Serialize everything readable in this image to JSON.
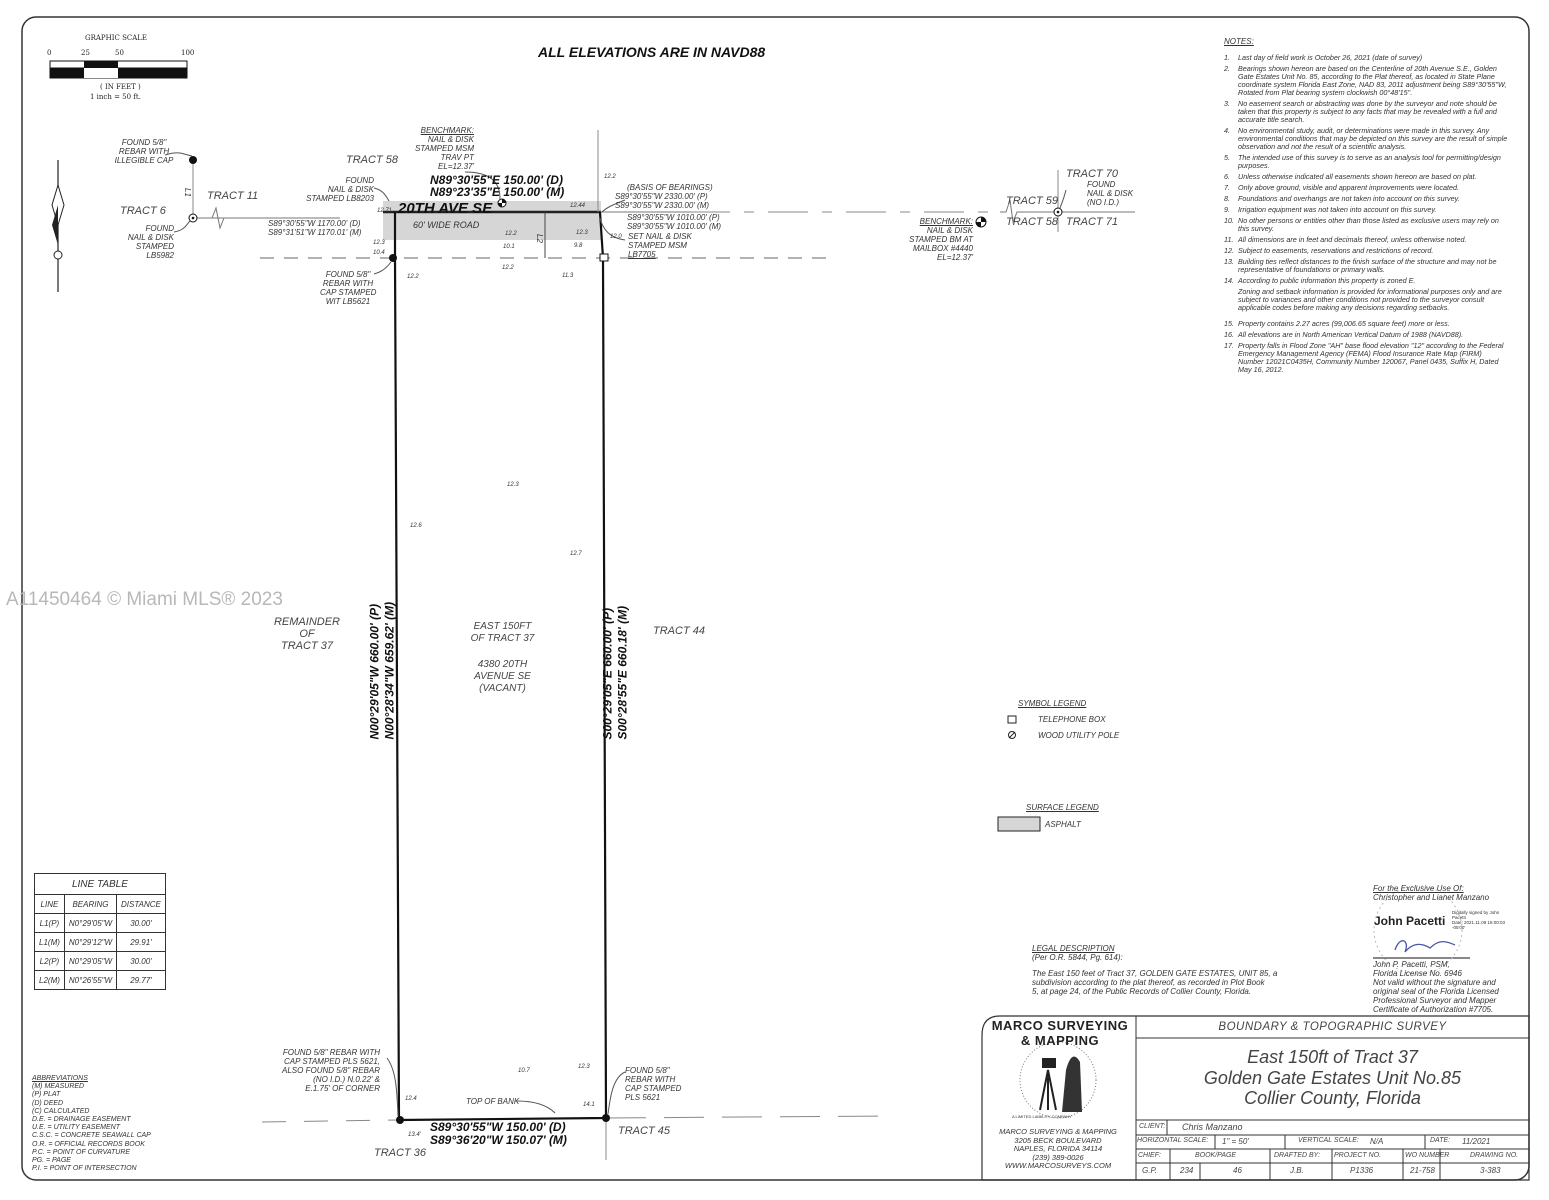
{
  "header": {
    "elevation_note": "ALL ELEVATIONS ARE IN NAVD88"
  },
  "graphic_scale": {
    "title": "GRAPHIC SCALE",
    "ticks": [
      "0",
      "25",
      "50",
      "100"
    ],
    "units": "( IN FEET )",
    "ratio": "1 inch = 50 ft."
  },
  "watermark": "A11450464 © Miami MLS® 2023",
  "tracts": {
    "t58_top": "TRACT 58",
    "t11": "TRACT 11",
    "t6": "TRACT 6",
    "t70": "TRACT 70",
    "t59": "TRACT 59",
    "t58_right": "TRACT 58",
    "t71": "TRACT 71",
    "t44": "TRACT 44",
    "t45": "TRACT 45",
    "t36": "TRACT 36",
    "remainder": [
      "REMAINDER",
      "OF",
      "TRACT 37"
    ]
  },
  "parcel": {
    "line1": "EAST 150FT",
    "line2": "OF TRACT 37",
    "address1": "4380 20TH",
    "address2": "AVENUE SE",
    "status": "(VACANT)"
  },
  "road": {
    "name": "20TH AVE SE",
    "width": "60' WIDE ROAD"
  },
  "bearings": {
    "north_d": "N89°30'55\"E  150.00'  (D)",
    "north_m": "N89°23'35\"E  150.00'  (M)",
    "south_d": "S89°30'55\"W  150.00'  (D)",
    "south_m": "S89°36'20\"W  150.07'  (M)",
    "west_p": "N00°29'05\"W  660.00' (P)",
    "west_m": "N00°28'34\"W  659.62' (M)",
    "east_p": "S00°29'05\"E  660.00' (P)",
    "east_m": "S00°28'55\"E  660.18' (M)",
    "left_road_d": "S89°30'55\"W 1170.00' (D)",
    "left_road_m": "S89°31'51\"W 1170.01' (M)",
    "basis_title": "(BASIS OF BEARINGS)",
    "basis_p": "S89°30'55\"W 2330.00' (P)",
    "basis_m": "S89°30'55\"W 2330.00' (M)",
    "right_p": "S89°30'55\"W 1010.00' (P)",
    "right_m": "S89°30'55\"W 1010.00' (M)"
  },
  "callouts": {
    "rebar_illegible": [
      "FOUND 5/8\"",
      "REBAR WITH",
      "ILLEGIBLE CAP"
    ],
    "nail_lb5982": [
      "FOUND",
      "NAIL & DISK",
      "STAMPED",
      "LB5982"
    ],
    "nail_lb8203": [
      "FOUND",
      "NAIL & DISK",
      "STAMPED LB8203"
    ],
    "rebar_lb5621": [
      "FOUND 5/8\"",
      "REBAR WITH",
      "CAP STAMPED",
      "WIT LB5621"
    ],
    "benchmark1": [
      "BENCHMARK:",
      "NAIL & DISK",
      "STAMPED MSM",
      "TRAV PT",
      "EL=12.37'"
    ],
    "set_nail": [
      "SET NAIL & DISK",
      "STAMPED MSM",
      "LB7705"
    ],
    "benchmark2": [
      "BENCHMARK:",
      "NAIL & DISK",
      "STAMPED BM AT",
      "MAILBOX #4440",
      "EL=12.37'"
    ],
    "nail_noid": [
      "FOUND",
      "NAIL & DISK",
      "(NO I.D.)"
    ],
    "sw_corner": [
      "FOUND 5/8\" REBAR WITH",
      "CAP STAMPED PLS 5621,",
      "ALSO FOUND 5/8\" REBAR",
      "(NO I.D.) N.0.22' &",
      "E.1.75' OF CORNER"
    ],
    "se_corner": [
      "FOUND 5/8\"",
      "REBAR WITH",
      "CAP STAMPED",
      "PLS 5621"
    ],
    "top_of_bank": "TOP OF BANK",
    "l1": "L1",
    "l2": "L2"
  },
  "elevations": [
    "12.71",
    "12.3",
    "10.4",
    "12.2",
    "12.44",
    "12.3",
    "12.0",
    "9.8",
    "11.3",
    "12.2",
    "10.1",
    "12.2",
    "12.6",
    "12.7",
    "12.3",
    "14.1",
    "10.7",
    "12.4",
    "13.4'",
    "12.3",
    "12.2"
  ],
  "notes": {
    "title": "NOTES:",
    "items": [
      {
        "num": "1.",
        "text": "Last day of field work is October 26, 2021 (date of survey)"
      },
      {
        "num": "2.",
        "text": "Bearings shown hereon are based on the Centerline of 20th Avenue S.E., Golden Gate Estates Unit No. 85, according to the Plat thereof, as located in State Plane coordinate system Florida East Zone, NAD 83, 2011 adjustment being S89°30'55\"W, Rotated from Plat bearing system clockwish 00°48'15\"."
      },
      {
        "num": "3.",
        "text": "No easement search or abstracting was done by the surveyor and note should be taken that this property is subject to any facts that may be revealed with a full and accurate title search."
      },
      {
        "num": "4.",
        "text": "No environmental study, audit, or determinations were made in this survey.  Any environmental conditions that may be depicted on this survey are the result of simple observation and not the result of a scientific analysis."
      },
      {
        "num": "5.",
        "text": "The intended use of this survey is to serve as an analysis tool for permitting/design purposes."
      },
      {
        "num": "6.",
        "text": "Unless otherwise indicated all easements shown hereon are based on plat."
      },
      {
        "num": "7.",
        "text": "Only above ground, visible and apparent improvements were located."
      },
      {
        "num": "8.",
        "text": "Foundations and overhangs are not taken into account on this survey."
      },
      {
        "num": "9.",
        "text": "Irrigation equipment was not taken into account on this survey."
      },
      {
        "num": "10.",
        "text": "No other persons or entities other than those listed as exclusive users may rely on this survey."
      },
      {
        "num": "11.",
        "text": "All dimensions are in feet and decimals thereof, unless otherwise noted."
      },
      {
        "num": "12.",
        "text": "Subject to easements, reservations and restrictions of record."
      },
      {
        "num": "13.",
        "text": "Building ties reflect distances to the finish surface of the structure and may not be representative of foundations or primary walls."
      },
      {
        "num": "14.",
        "text": "According to public information this property is zoned E."
      },
      {
        "num": "",
        "text": "Zoning and setback information is provided for informational purposes only and are subject to variances and other conditions not provided to the surveyor consult applicable codes before making any decisions regarding setbacks."
      },
      {
        "num": "15.",
        "text": "Property contains 2.27 acres (99,006.65 square feet) more or less."
      },
      {
        "num": "16.",
        "text": "All elevations are in North American Vertical Datum of 1988 (NAVD88)."
      },
      {
        "num": "17.",
        "text": "Property falls in Flood Zone \"AH\" base flood elevation \"12\" according to the Federal Emergency Management Agency (FEMA) Flood Insurance Rate Map (FIRM) Number 12021C0435H, Community Number 120067, Panel 0435, Suffix H, Dated May 16, 2012."
      }
    ]
  },
  "symbol_legend": {
    "title": "SYMBOL LEGEND",
    "items": [
      "TELEPHONE BOX",
      "WOOD UTILITY POLE"
    ]
  },
  "surface_legend": {
    "title": "SURFACE LEGEND",
    "items": [
      "ASPHALT"
    ]
  },
  "surface_color": "#d6d6d6",
  "line_table": {
    "title": "LINE TABLE",
    "headers": [
      "LINE",
      "BEARING",
      "DISTANCE"
    ],
    "rows": [
      [
        "L1(P)",
        "N0°29'05\"W",
        "30.00'"
      ],
      [
        "L1(M)",
        "N0°29'12\"W",
        "29.91'"
      ],
      [
        "L2(P)",
        "N0°29'05\"W",
        "30.00'"
      ],
      [
        "L2(M)",
        "N0°26'55\"W",
        "29.77'"
      ]
    ]
  },
  "abbreviations": {
    "title": "ABBREVIATIONS",
    "items": [
      "(M) MEASURED",
      "(P) PLAT",
      "(D) DEED",
      "(C) CALCULATED",
      "D.E. = DRAINAGE EASEMENT",
      "U.E. = UTILITY EASEMENT",
      "C.S.C. = CONCRETE SEAWALL CAP",
      "O.R. = OFFICIAL RECORDS BOOK",
      "P.C. = POINT OF CURVATURE",
      "PG. = PAGE",
      "P.I. = POINT OF INTERSECTION"
    ]
  },
  "legal": {
    "title": "LEGAL DESCRIPTION",
    "ref": "(Per O.R. 5844, Pg. 614):",
    "lines": [
      "The East 150 feet of Tract 37, GOLDEN GATE ESTATES, UNIT 85, a",
      "subdivision according to the plat thereof, as recorded in Plot Book",
      "5, at page 24, of the Public Records of Collier County, Florida."
    ]
  },
  "certification": {
    "title": "For the Exclusive Use Of:",
    "client_names": "Christopher and Lianet Manzano",
    "signer": "John Pacetti",
    "digital_note": [
      "Digitally signed by John",
      "Pacetti",
      "Date: 2021.11.09 16:00:03",
      "-05'00'"
    ],
    "lines": [
      "John P. Pacetti, PSM,",
      "Florida License No. 6946",
      "Not valid without the signature and",
      "original seal of the Florida Licensed",
      "Professional Surveyor and Mapper",
      "Certificate of Authorization #7705."
    ]
  },
  "company": {
    "logo_text": "MARCO SURVEYING & MAPPING",
    "logo_sub": "A LIMITED LIABILITY COMPANY",
    "name": "MARCO SURVEYING & MAPPING",
    "street": "3205 BECK BOULEVARD",
    "city": "NAPLES, FLORIDA 34114",
    "phone": "(239) 389-0026",
    "web": "WWW.MARCOSURVEYS.COM"
  },
  "title_block": {
    "survey_type": "BOUNDARY & TOPOGRAPHIC SURVEY",
    "title_lines": [
      "East  150ft  of  Tract  37",
      "Golden  Gate  Estates  Unit  No.85",
      "Collier  County,  Florida"
    ],
    "client_label": "CLIENT:",
    "client": "Chris Manzano",
    "hscale_label": "HORIZONTAL SCALE:",
    "hscale": "1\" = 50'",
    "vscale_label": "VERTICAL SCALE:",
    "vscale": "N/A",
    "date_label": "DATE:",
    "date": "11/2021",
    "headers": [
      "CHIEF:",
      "BOOK/PAGE",
      "DRAFTED BY:",
      "PROJECT NO.",
      "WO NUMBER",
      "DRAWING NO."
    ],
    "values": [
      "G.P.",
      "234",
      "46",
      "J.B.",
      "P1336",
      "21-758",
      "3-383"
    ]
  }
}
